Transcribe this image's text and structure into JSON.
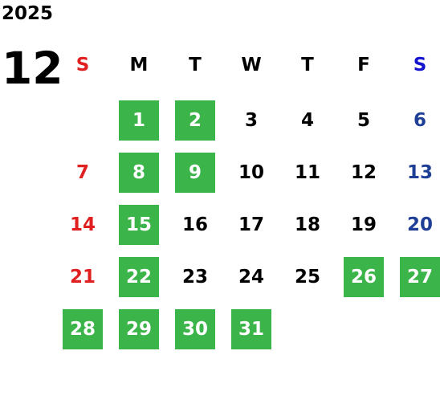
{
  "year": "2025",
  "month": "12",
  "colors": {
    "holiday_bg": "#3bb44a",
    "sunday": "#e02020",
    "saturday_header": "#1515d0",
    "saturday": "#1f3f96"
  },
  "weekdays": [
    "S",
    "M",
    "T",
    "W",
    "T",
    "F",
    "S"
  ],
  "weeks": [
    [
      null,
      {
        "label": "1",
        "holiday": true
      },
      {
        "label": "2",
        "holiday": true
      },
      {
        "label": "3",
        "holiday": false
      },
      {
        "label": "4",
        "holiday": false
      },
      {
        "label": "5",
        "holiday": false
      },
      {
        "label": "6",
        "holiday": false
      }
    ],
    [
      {
        "label": "7",
        "holiday": false
      },
      {
        "label": "8",
        "holiday": true
      },
      {
        "label": "9",
        "holiday": true
      },
      {
        "label": "10",
        "holiday": false
      },
      {
        "label": "11",
        "holiday": false
      },
      {
        "label": "12",
        "holiday": false
      },
      {
        "label": "13",
        "holiday": false
      }
    ],
    [
      {
        "label": "14",
        "holiday": false
      },
      {
        "label": "15",
        "holiday": true
      },
      {
        "label": "16",
        "holiday": false
      },
      {
        "label": "17",
        "holiday": false
      },
      {
        "label": "18",
        "holiday": false
      },
      {
        "label": "19",
        "holiday": false
      },
      {
        "label": "20",
        "holiday": false
      }
    ],
    [
      {
        "label": "21",
        "holiday": false
      },
      {
        "label": "22",
        "holiday": true
      },
      {
        "label": "23",
        "holiday": false
      },
      {
        "label": "24",
        "holiday": false
      },
      {
        "label": "25",
        "holiday": false
      },
      {
        "label": "26",
        "holiday": true
      },
      {
        "label": "27",
        "holiday": true
      }
    ],
    [
      {
        "label": "28",
        "holiday": true
      },
      {
        "label": "29",
        "holiday": true
      },
      {
        "label": "30",
        "holiday": true
      },
      {
        "label": "31",
        "holiday": true
      },
      null,
      null,
      null
    ]
  ]
}
